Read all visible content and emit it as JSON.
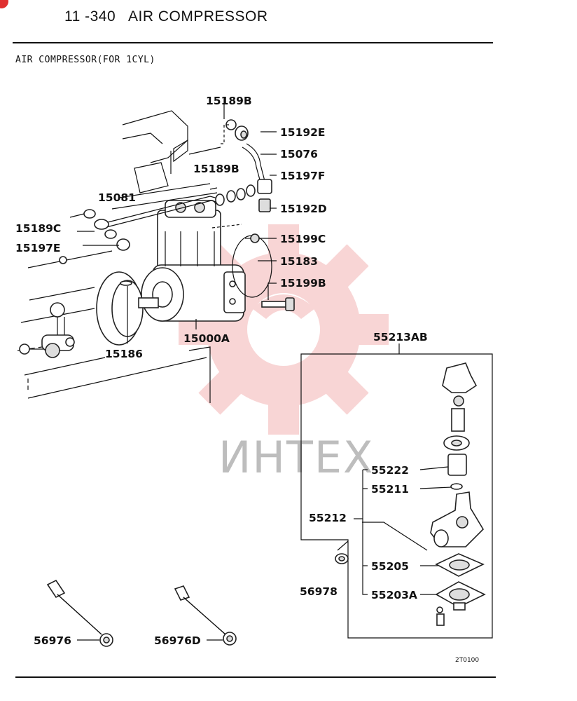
{
  "header": {
    "title": "11 -340   AIR COMPRESSOR"
  },
  "subtitle": "AIR COMPRESSOR(FOR 1CYL)",
  "watermark": {
    "text": "ИНТЕХ",
    "gear_color": "#f4b4b4"
  },
  "badge_color": "#e03030",
  "figure_code": "2T0100",
  "labels": {
    "p15189B_top": "15189B",
    "p15192E": "15192E",
    "p15076": "15076",
    "p15189B_mid": "15189B",
    "p15197F": "15197F",
    "p15081": "15081",
    "p15192D": "15192D",
    "p15189C": "15189C",
    "p15199C": "15199C",
    "p15197E": "15197E",
    "p15183": "15183",
    "p15199B": "15199B",
    "p15000A": "15000A",
    "p15186": "15186",
    "p55213AB": "55213AB",
    "p55222": "55222",
    "p55211": "55211",
    "p55212": "55212",
    "p55205": "55205",
    "p56978": "56978",
    "p55203A": "55203A",
    "p56976": "56976",
    "p56976D": "56976D"
  }
}
